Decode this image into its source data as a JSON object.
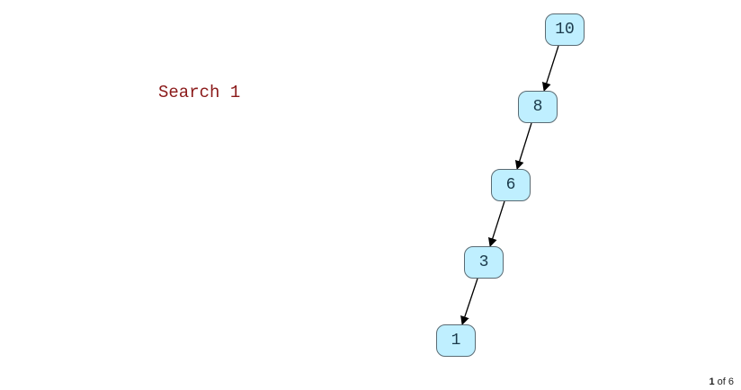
{
  "status": {
    "text": "Search 1"
  },
  "tree": {
    "nodes": [
      {
        "id": "n10",
        "label": "10"
      },
      {
        "id": "n8",
        "label": "8"
      },
      {
        "id": "n6",
        "label": "6"
      },
      {
        "id": "n3",
        "label": "3"
      },
      {
        "id": "n1",
        "label": "1"
      }
    ],
    "edges": [
      {
        "from": "n10",
        "to": "n8"
      },
      {
        "from": "n8",
        "to": "n6"
      },
      {
        "from": "n6",
        "to": "n3"
      },
      {
        "from": "n3",
        "to": "n1"
      }
    ]
  },
  "pager": {
    "current": "1",
    "separator": " of ",
    "total": "6"
  },
  "colors": {
    "node_fill": "#bfefff",
    "node_border": "#5a6b73",
    "status_text": "#8b1a1a",
    "edge": "#000000"
  }
}
